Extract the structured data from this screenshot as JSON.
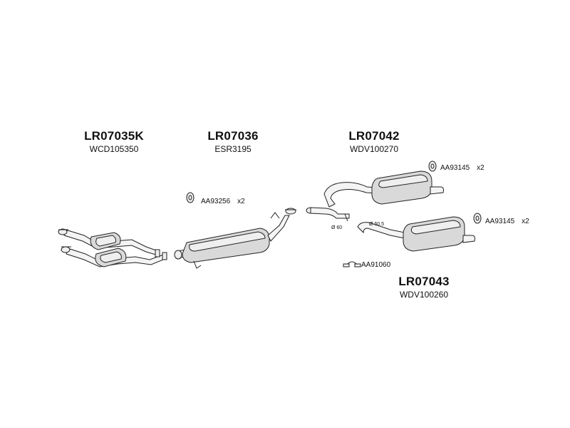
{
  "assemblies": [
    {
      "part_number": "LR07035K",
      "code": "WCD105350"
    },
    {
      "part_number": "LR07036",
      "code": "ESR3195"
    },
    {
      "part_number": "LR07042",
      "code": "WDV100270"
    },
    {
      "part_number": "LR07043",
      "code": "WDV100260"
    }
  ],
  "fittings": [
    {
      "code": "AA93256",
      "qty": "x2"
    },
    {
      "code": "AA93145",
      "qty": "x2"
    },
    {
      "code": "AA93145",
      "qty": "x2"
    },
    {
      "code": "AA91060"
    }
  ],
  "dimensions": {
    "d60": "Ø 60",
    "d605": "Ø 60.5"
  }
}
